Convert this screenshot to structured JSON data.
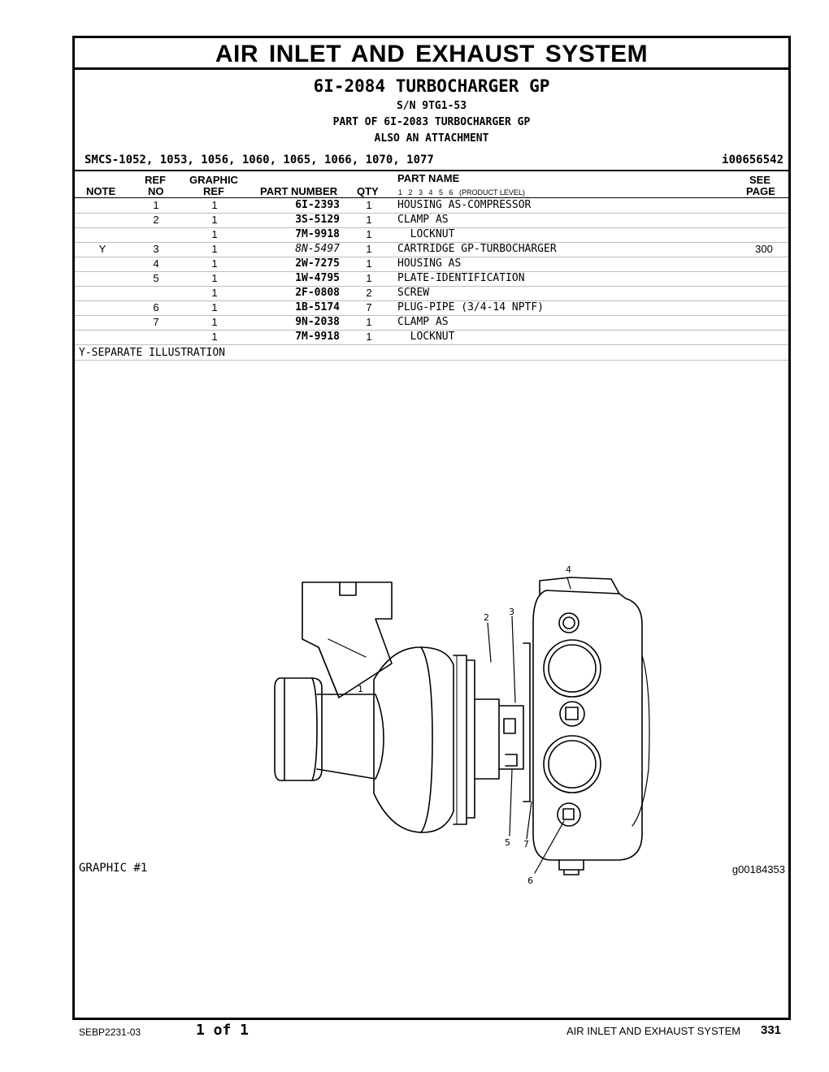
{
  "header": {
    "title": "AIR INLET AND EXHAUST SYSTEM",
    "group_title": "6I-2084 TURBOCHARGER GP",
    "serial": "S/N 9TG1-53",
    "part_of": "PART OF 6I-2083 TURBOCHARGER GP",
    "attachment": "ALSO AN ATTACHMENT",
    "smcs": "SMCS-1052, 1053, 1056, 1060, 1065, 1066, 1070, 1077",
    "illustration_id": "i00656542"
  },
  "table": {
    "columns": {
      "note": "NOTE",
      "ref_top": "REF",
      "ref_bottom": "NO",
      "graphic_top": "GRAPHIC",
      "graphic_bottom": "REF",
      "part_number": "PART NUMBER",
      "qty": "QTY",
      "part_name": "PART NAME",
      "product_level": "1   2   3   4   5   6   (PRODUCT LEVEL)",
      "see_top": "SEE",
      "see_bottom": "PAGE"
    },
    "rows": [
      {
        "note": "",
        "ref": "1",
        "graphic": "1",
        "part_number": "6I-2393",
        "qty": "1",
        "name": "HOUSING AS-COMPRESSOR",
        "see": ""
      },
      {
        "note": "",
        "ref": "2",
        "graphic": "1",
        "part_number": "3S-5129",
        "qty": "1",
        "name": "CLAMP AS",
        "see": ""
      },
      {
        "note": "",
        "ref": "",
        "graphic": "1",
        "part_number": "7M-9918",
        "qty": "1",
        "name": "  LOCKNUT",
        "see": ""
      },
      {
        "note": "Y",
        "ref": "3",
        "graphic": "1",
        "part_number": "8N-5497",
        "qty": "1",
        "name": "CARTRIDGE GP-TURBOCHARGER",
        "see": "300"
      },
      {
        "note": "",
        "ref": "4",
        "graphic": "1",
        "part_number": "2W-7275",
        "qty": "1",
        "name": "HOUSING AS",
        "see": ""
      },
      {
        "note": "",
        "ref": "5",
        "graphic": "1",
        "part_number": "1W-4795",
        "qty": "1",
        "name": "PLATE-IDENTIFICATION",
        "see": ""
      },
      {
        "note": "",
        "ref": "",
        "graphic": "1",
        "part_number": "2F-0808",
        "qty": "2",
        "name": "SCREW",
        "see": ""
      },
      {
        "note": "",
        "ref": "6",
        "graphic": "1",
        "part_number": "1B-5174",
        "qty": "7",
        "name": "PLUG-PIPE (3/4-14 NPTF)",
        "see": ""
      },
      {
        "note": "",
        "ref": "7",
        "graphic": "1",
        "part_number": "9N-2038",
        "qty": "1",
        "name": "CLAMP AS",
        "see": ""
      },
      {
        "note": "",
        "ref": "",
        "graphic": "1",
        "part_number": "7M-9918",
        "qty": "1",
        "name": "  LOCKNUT",
        "see": ""
      }
    ],
    "footnote": "Y-SEPARATE ILLUSTRATION"
  },
  "illustration": {
    "callouts": [
      "1",
      "2",
      "3",
      "4",
      "5",
      "6",
      "7"
    ],
    "graphic_label": "GRAPHIC #1",
    "graphic_id": "g00184353"
  },
  "footer": {
    "doc_number": "SEBP2231-03",
    "page_of": "1 of 1",
    "section": "AIR INLET AND EXHAUST SYSTEM",
    "page_number": "331"
  }
}
